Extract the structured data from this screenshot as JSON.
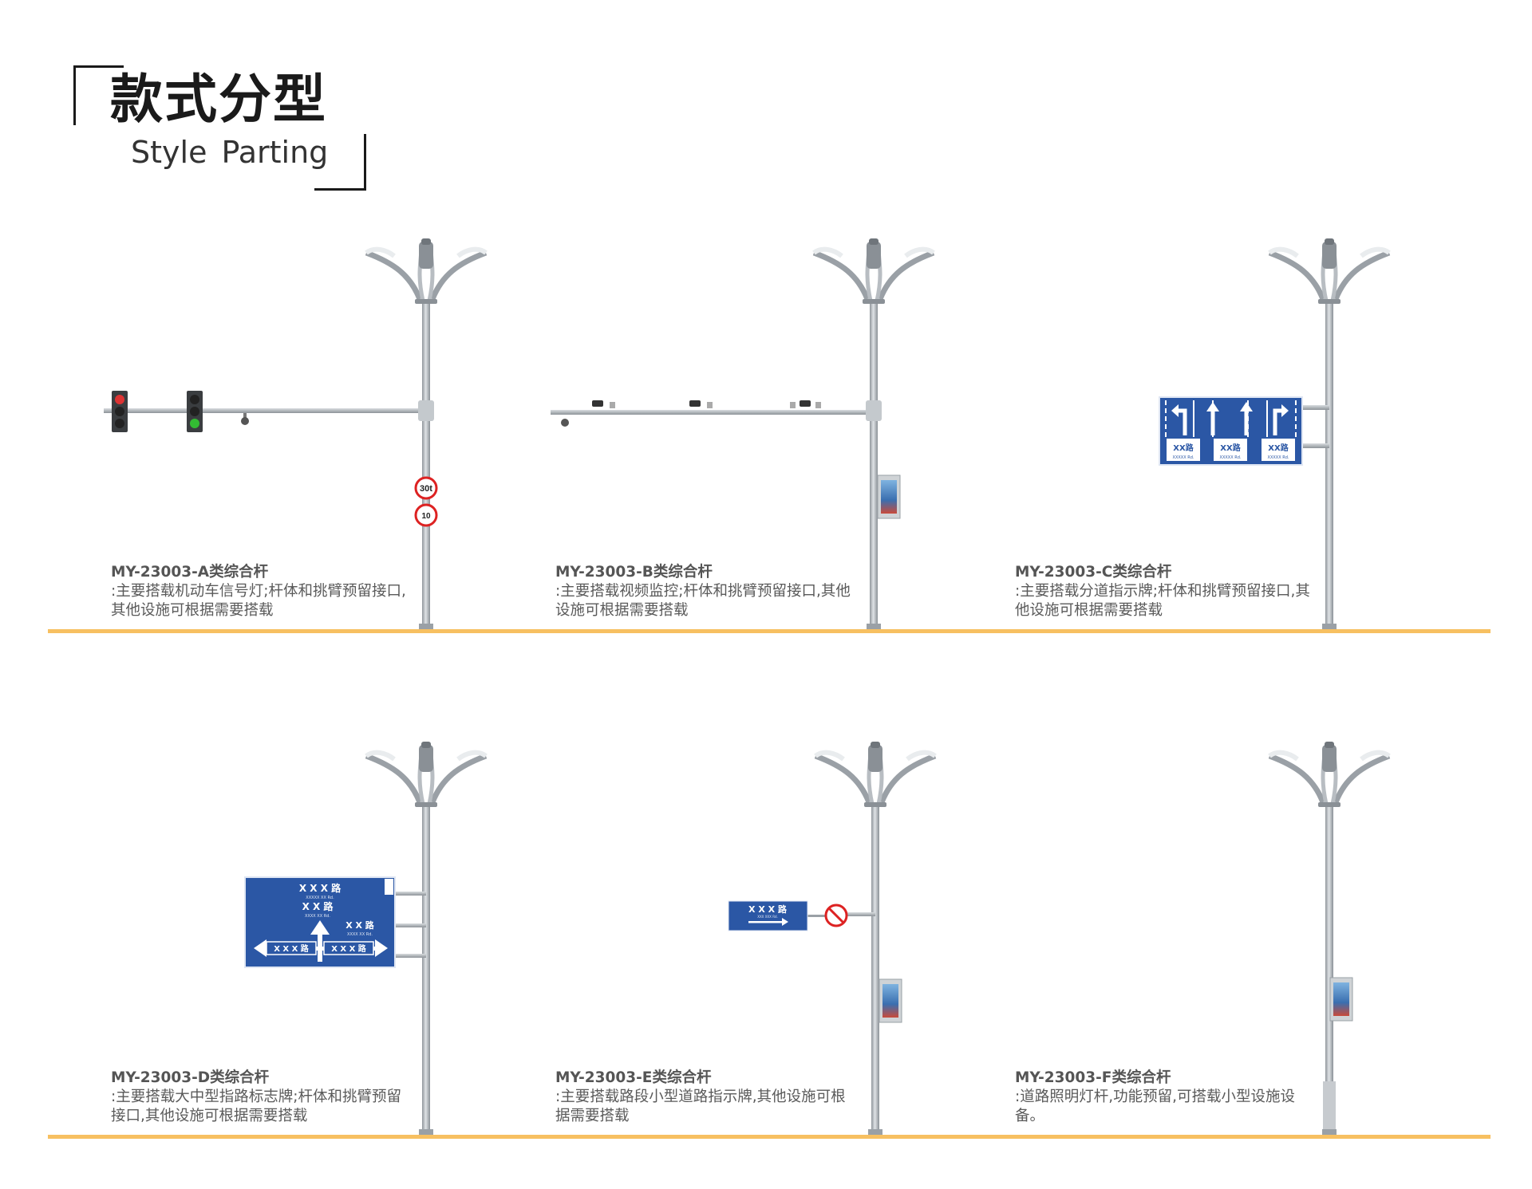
{
  "header": {
    "title_cn": "款式分型",
    "title_en": "Style Parting"
  },
  "colors": {
    "ground_line": "#f7c061",
    "sign_blue": "#2b57a5",
    "pole": "#b9bec4"
  },
  "products": [
    {
      "model": "MY-23003-A类综合杆",
      "desc": ":主要搭载机动车信号灯;杆体和挑臂预留接口,其他设施可根据需要搭载",
      "speed_sign": "30t",
      "height_sign": "10"
    },
    {
      "model": "MY-23003-B类综合杆",
      "desc": ":主要搭载视频监控;杆体和挑臂预留接口,其他设施可根据需要搭载"
    },
    {
      "model": "MY-23003-C类综合杆",
      "desc": ":主要搭载分道指示牌;杆体和挑臂预留接口,其他设施可根据需要搭载",
      "lane_labels": [
        "XX路",
        "XX路",
        "XX路"
      ],
      "lane_sub": "XXXXX Rd."
    },
    {
      "model": "MY-23003-D类综合杆",
      "desc": ":主要搭载大中型指路标志牌;杆体和挑臂预留接口,其他设施可根据需要搭载",
      "sign_top": "X X X 路",
      "sign_top_sub": "XXXXX XX Rd.",
      "sign_mid": "X X 路",
      "sign_mid_sub": "XXXX XX Rd.",
      "sign_right": "X X 路",
      "sign_right_sub": "XXXX XX Rd.",
      "sign_left_road": "X X X 路",
      "sign_right_road": "X X X 路"
    },
    {
      "model": "MY-23003-E类综合杆",
      "desc": ":主要搭载路段小型道路指示牌,其他设施可根据需要搭载",
      "sign_text": "X X X 路",
      "sign_sub": "XXX XXX Rd."
    },
    {
      "model": "MY-23003-F类综合杆",
      "desc": ":道路照明灯杆,功能预留,可搭载小型设施设备。"
    }
  ]
}
